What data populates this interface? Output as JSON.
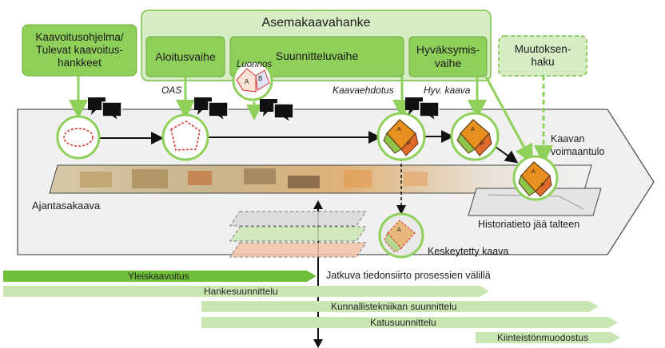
{
  "project": {
    "title": "Asemakaavahanke",
    "phases": [
      "Aloitusvaihe",
      "Suunnitteluvaihe",
      "Hyväksymis-\nvaihe"
    ]
  },
  "side_boxes": {
    "program": "Kaavoitusohjelma/\nTulevat kaavoitus-\nhankkeet",
    "change": "Muutoksen-\nhaku"
  },
  "milestones": {
    "oas": "OAS",
    "luonnos": "Luonnos",
    "kaavaehdotus": "Kaavaehdotus",
    "hyv_kaava": "Hyv. kaava",
    "voimaantulo": "Kaavan\nvoimaantulo"
  },
  "plan_symbols": {
    "a": "A",
    "b": "B",
    "p": "P"
  },
  "labels": {
    "ajantasakaava": "Ajantasakaava",
    "historiatieto": "Historiatieto jää talteen",
    "keskeytetty": "Keskeytetty kaava",
    "tiedonsiirto": "Jatkuva tiedonsiirto prosessien välillä"
  },
  "bars": [
    {
      "label": "Yleiskaavoitus"
    },
    {
      "label": "Hankesuunnittelu"
    },
    {
      "label": "Kunnallistekniikan suunnittelu"
    },
    {
      "label": "Katusuunnittelu"
    },
    {
      "label": "Kiinteistönmuodostus"
    }
  ],
  "colors": {
    "green_dark": "#6fbf3a",
    "green_light": "#d6ecc4",
    "green_fill": "#8fd05a",
    "dashed_red": "#d9302c",
    "plan_orange": "#e8901f"
  }
}
